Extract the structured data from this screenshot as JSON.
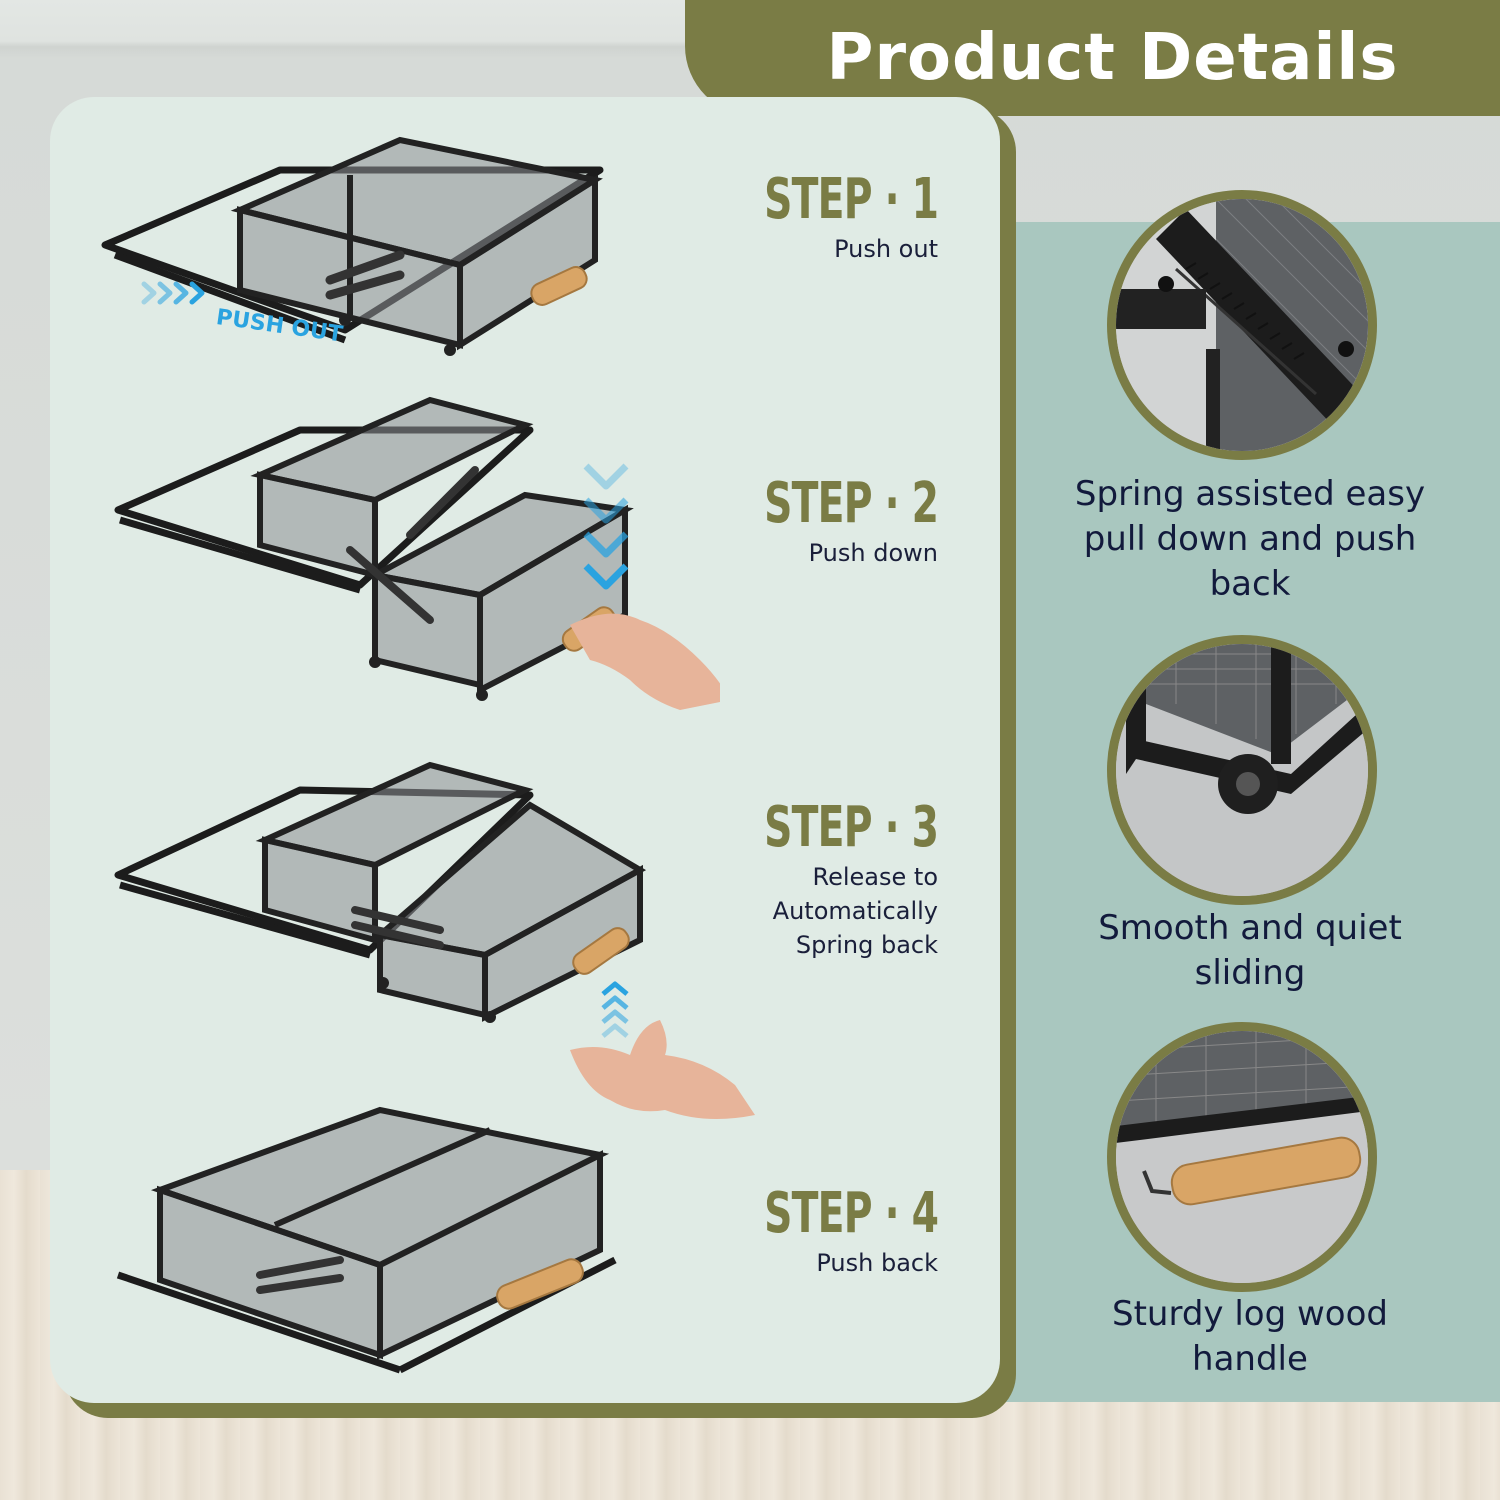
{
  "header": {
    "title": "Product Details"
  },
  "steps": [
    {
      "title": "STEP · 1",
      "description": [
        "Push out"
      ],
      "arrow_label": "PUSH OUT"
    },
    {
      "title": "STEP · 2",
      "description": [
        "Push down"
      ]
    },
    {
      "title": "STEP · 3",
      "description": [
        "Release to",
        "Automatically",
        "Spring back"
      ]
    },
    {
      "title": "STEP · 4",
      "description": [
        "Push back"
      ]
    }
  ],
  "features": [
    {
      "icon": "spring-closeup-icon",
      "lines": [
        "Spring assisted easy",
        "pull down and push",
        "back"
      ]
    },
    {
      "icon": "wheel-closeup-icon",
      "lines": [
        "Smooth and quiet",
        "sliding"
      ]
    },
    {
      "icon": "handle-closeup-icon",
      "lines": [
        "Sturdy log wood",
        "handle"
      ]
    }
  ],
  "colors": {
    "olive": "#7a7c45",
    "panel": "#e0ebe5",
    "sage": "#a9c7bf",
    "navy_text": "#121a3c",
    "arrow_blue": "#2aa3e0"
  }
}
